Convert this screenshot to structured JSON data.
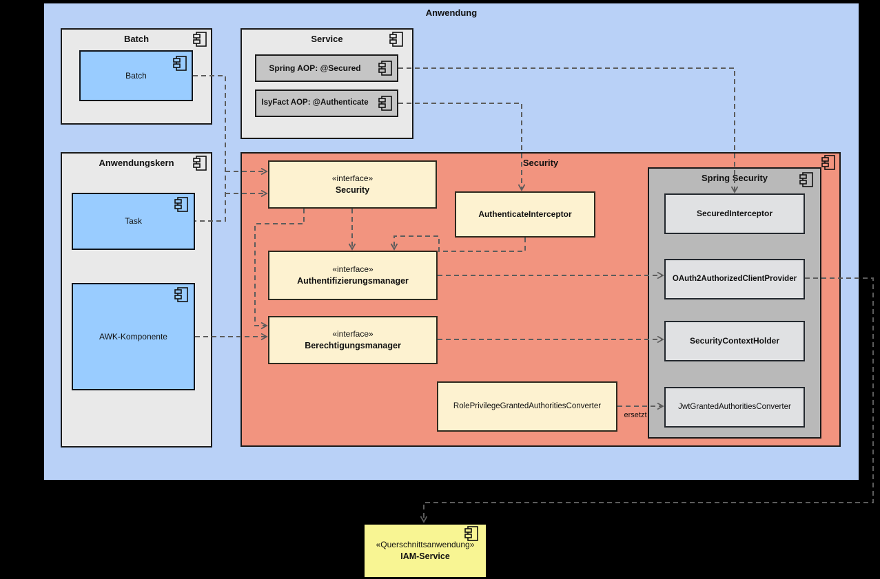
{
  "diagram": {
    "title": "Anwendung",
    "batch": {
      "title": "Batch",
      "component": "Batch"
    },
    "service": {
      "title": "Service",
      "components": [
        "Spring AOP: @Secured",
        "IsyFact AOP: @Authenticate"
      ]
    },
    "anwendungskern": {
      "title": "Anwendungskern",
      "components": [
        "Task",
        "AWK-Komponente"
      ]
    },
    "security": {
      "title": "Security",
      "interface_stereotype": "«interface»",
      "interfaces": [
        "Security",
        "Authentifizierungsmanager",
        "Berechtigungsmanager"
      ],
      "authenticate_interceptor": "AuthenticateInterceptor",
      "role_privilege_converter": "RolePrivilegeGrantedAuthoritiesConverter",
      "spring_security": {
        "title": "Spring Security",
        "components": [
          "SecuredInterceptor",
          "OAuth2AuthorizedClientProvider",
          "SecurityContextHolder",
          "JwtGrantedAuthoritiesConverter"
        ]
      }
    },
    "edge_label_ersetzt": "ersetzt",
    "iam": {
      "stereotype": "«Querschnittsanwendung»",
      "name": "IAM-Service"
    },
    "icons": {
      "component_icon": "uml-component-icon"
    },
    "colors": {
      "canvas": "#000000",
      "anwendung_bg": "#b9d1f7",
      "container_bg": "#e9e9e9",
      "component_blue": "#99ccff",
      "component_gray": "#c5c5c5",
      "security_bg": "#f2947f",
      "interface_bg": "#fdf2d0",
      "spring_security_bg": "#b9b9b9",
      "spring_component_bg": "#e0e1e3",
      "iam_bg": "#f8f593",
      "connector": "#5c5c5c"
    }
  }
}
